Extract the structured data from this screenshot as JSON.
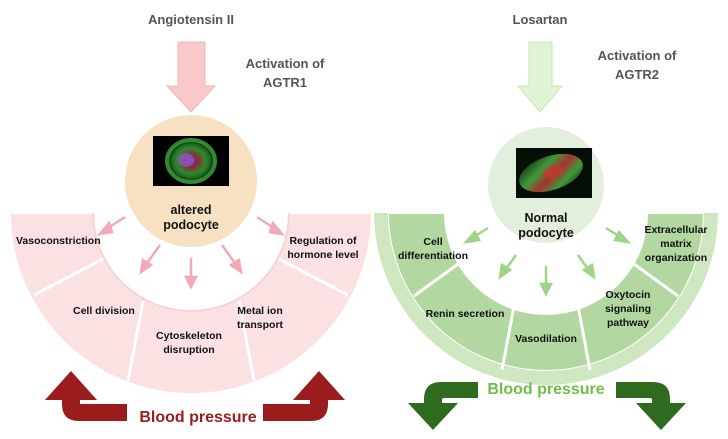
{
  "left_panel": {
    "drug": "Angiotensin II",
    "activation_line1": "Activation of",
    "activation_line2": "AGTR1",
    "center_line1": "altered",
    "center_line2": "podocyte",
    "effects": {
      "vasoconstriction": "Vasoconstriction",
      "cell_division": "Cell division",
      "cytoskeleton_1": "Cytoskeleton",
      "cytoskeleton_2": "disruption",
      "metal_ion_1": "Metal ion",
      "metal_ion_2": "transport",
      "regulation_1": "Regulation of",
      "regulation_2": "hormone level"
    },
    "blood_pressure": "Blood pressure",
    "blood_pressure_direction": "increase",
    "colors": {
      "ring": "#fbe1e1",
      "ring_inner": "#f9d6d6",
      "arrow": "#f9c5c5",
      "bp": "#9b1c1c",
      "cell_halo": "#f8e0c2"
    }
  },
  "right_panel": {
    "drug": "Losartan",
    "activation_line1": "Activation of",
    "activation_line2": "AGTR2",
    "center_line1": "Normal",
    "center_line2": "podocyte",
    "effects": {
      "cell_diff_1": "Cell",
      "cell_diff_2": "differentiation",
      "renin": "Renin secretion",
      "vasodilation": "Vasodilation",
      "oxytocin_1": "Oxytocin",
      "oxytocin_2": "signaling",
      "oxytocin_3": "pathway",
      "ecm_1": "Extracellular",
      "ecm_2": "matrix",
      "ecm_3": "organization"
    },
    "blood_pressure": "Blood pressure",
    "blood_pressure_direction": "decrease",
    "colors": {
      "ring": "#b6d9a5",
      "ring_inner": "#a9d196",
      "arrow": "#def3cf",
      "bp": "#6fbe48",
      "cell_halo": "#e3efdd"
    }
  }
}
